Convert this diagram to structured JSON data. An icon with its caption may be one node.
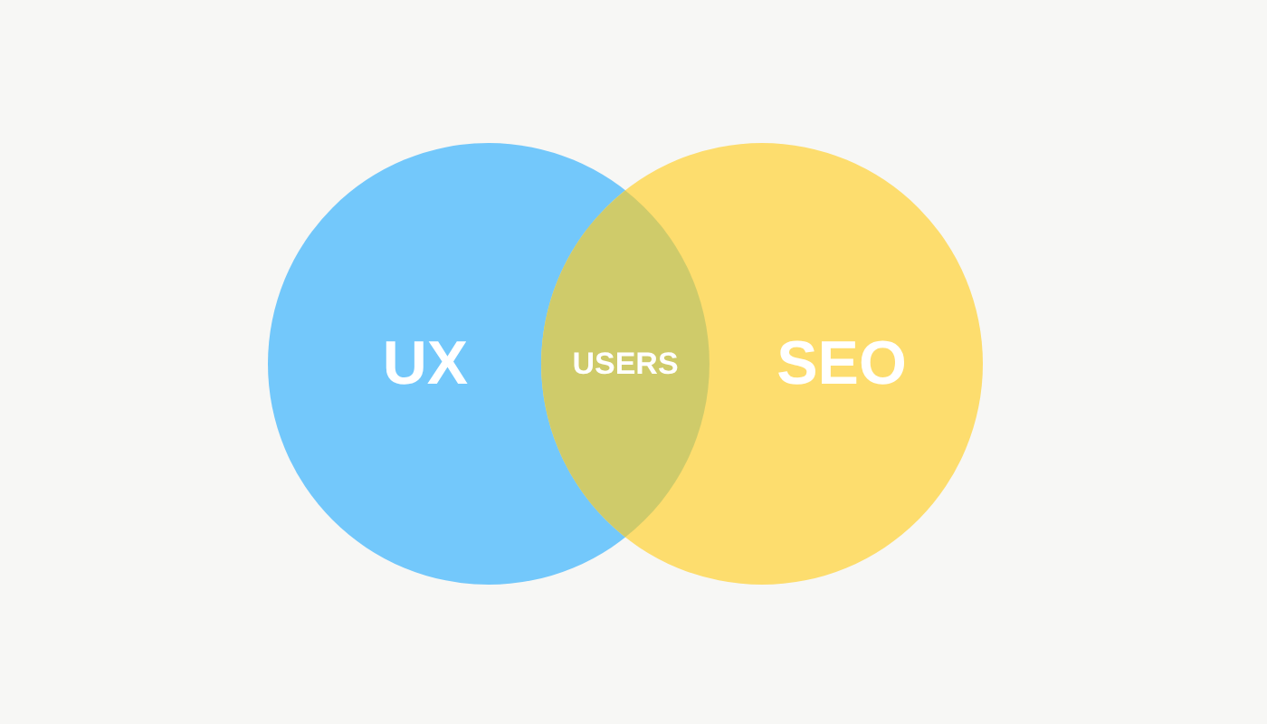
{
  "diagram": {
    "nodes": [
      {
        "text": [
          "UX"
        ]
      },
      {
        "text": [
          "SEO"
        ]
      },
      {
        "text": [
          "USERS"
        ]
      }
    ]
  }
}
